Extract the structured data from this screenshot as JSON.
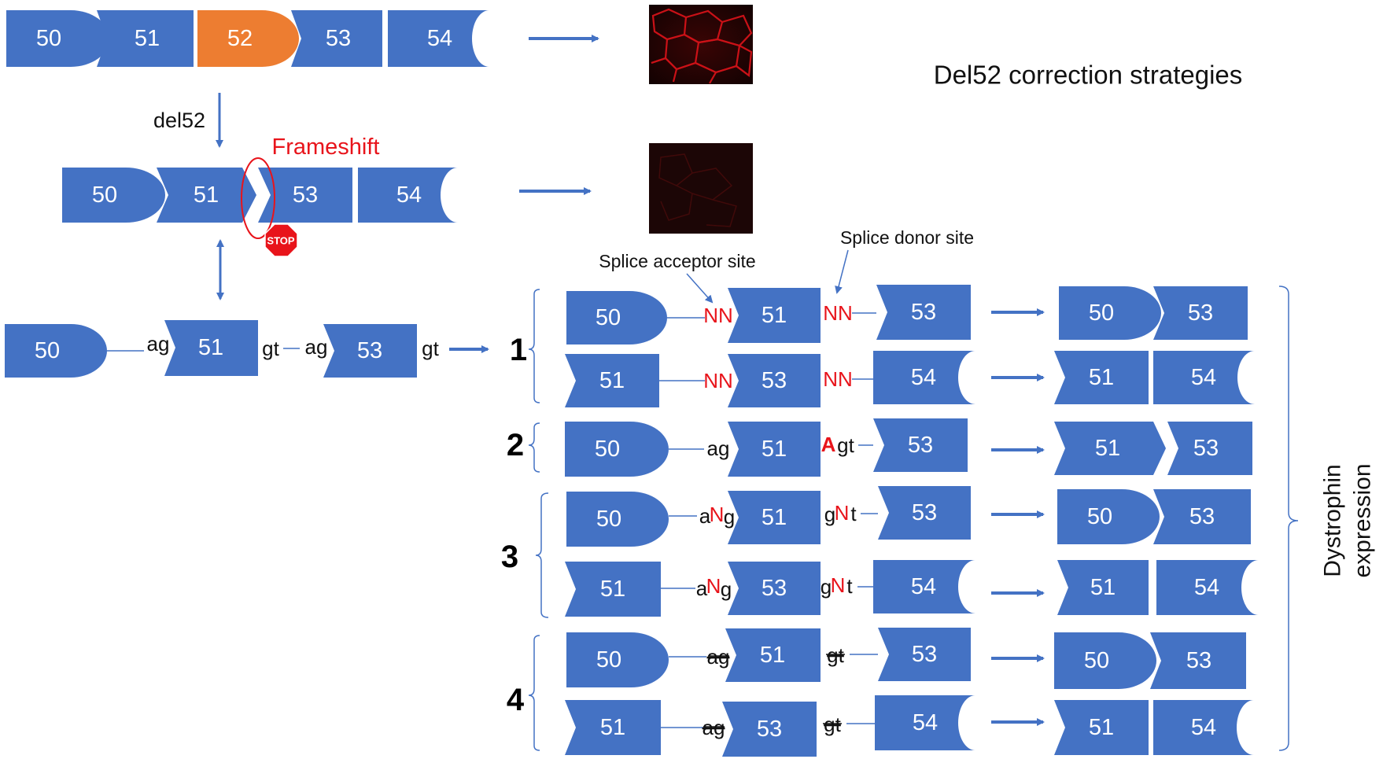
{
  "title": "Del52 correction strategies",
  "top_exons": [
    "50",
    "51",
    "52",
    "53",
    "54"
  ],
  "del_label": "del52",
  "frameshift_label": "Frameshift",
  "stop_label": "STOP",
  "deleted_exons": [
    "50",
    "51",
    "53",
    "54"
  ],
  "genomic": {
    "exons": [
      "50",
      "51",
      "53"
    ],
    "splice_labels": [
      "ag",
      "gt",
      "ag",
      "gt"
    ]
  },
  "splice_acceptor_label": "Splice acceptor site",
  "splice_donor_label": "Splice donor site",
  "side_label": [
    "Dystrophin",
    "expression"
  ],
  "strategies": [
    {
      "number": "1",
      "rows": [
        {
          "exons": [
            "50",
            "51",
            "53"
          ],
          "acceptor": "NN",
          "donor": "NN",
          "result": [
            "50",
            "53"
          ]
        },
        {
          "exons": [
            "51",
            "53",
            "54"
          ],
          "acceptor": "NN",
          "donor": "NN",
          "result": [
            "51",
            "54"
          ]
        }
      ]
    },
    {
      "number": "2",
      "rows": [
        {
          "exons": [
            "50",
            "51",
            "53"
          ],
          "acceptor": "ag",
          "donor_prefix": "A",
          "donor": "gt",
          "result": [
            "51",
            "53"
          ]
        }
      ]
    },
    {
      "number": "3",
      "rows": [
        {
          "exons": [
            "50",
            "51",
            "53"
          ],
          "acceptor": [
            "a",
            "N",
            "g"
          ],
          "donor": [
            "g",
            "N",
            "t"
          ],
          "result": [
            "50",
            "53"
          ]
        },
        {
          "exons": [
            "51",
            "53",
            "54"
          ],
          "acceptor": [
            "a",
            "N",
            "g"
          ],
          "donor": [
            "g",
            "N",
            "t"
          ],
          "result": [
            "51",
            "54"
          ]
        }
      ]
    },
    {
      "number": "4",
      "rows": [
        {
          "exons": [
            "50",
            "51",
            "53"
          ],
          "acceptor": "ag",
          "donor": "gt",
          "result": [
            "50",
            "53"
          ]
        },
        {
          "exons": [
            "51",
            "53",
            "54"
          ],
          "acceptor": "ag",
          "donor": "gt",
          "result": [
            "51",
            "54"
          ]
        }
      ]
    }
  ],
  "colors": {
    "exon": "#4472c4",
    "highlight_exon": "#ed7d31",
    "annotation": "#e8141b"
  },
  "icons": [
    "arrow-right-icon",
    "arrow-down-icon",
    "double-arrow-icon",
    "stop-sign-icon",
    "bracket-icon"
  ]
}
